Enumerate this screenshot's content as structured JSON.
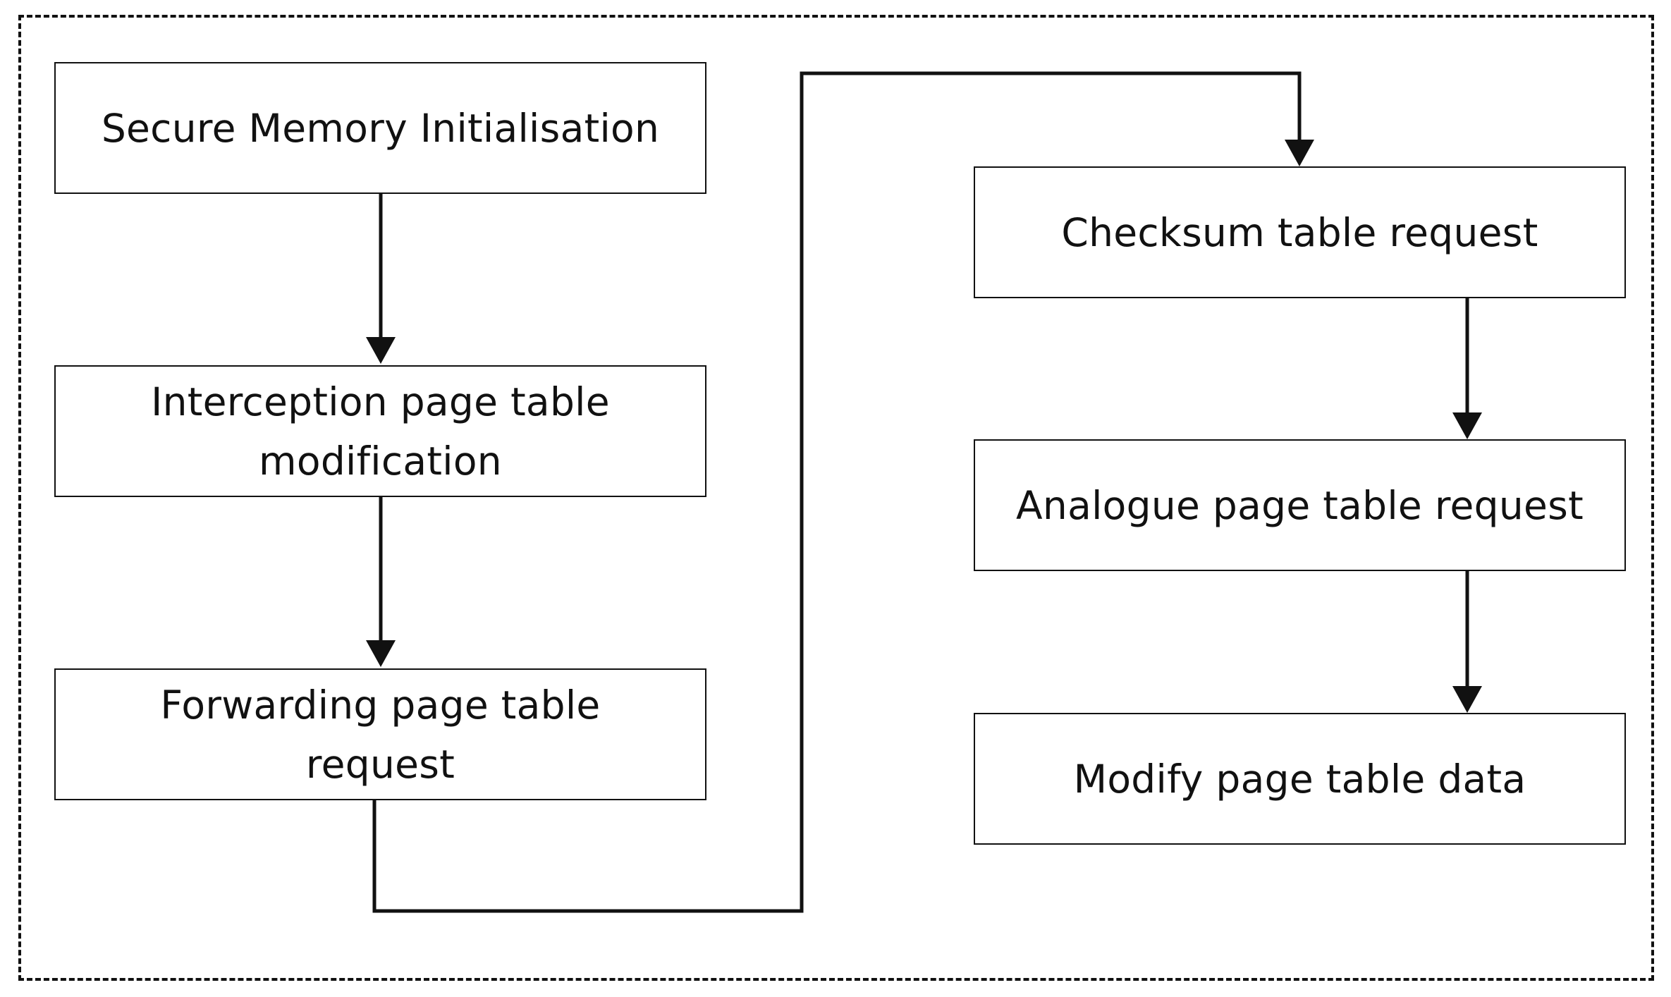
{
  "diagram": {
    "steps": [
      {
        "id": "secure-memory-initialisation",
        "label": "Secure Memory Initialisation"
      },
      {
        "id": "interception-page-table-modification",
        "label": "Interception page table\nmodification"
      },
      {
        "id": "forwarding-page-table-request",
        "label": "Forwarding page table\nrequest"
      },
      {
        "id": "checksum-table-request",
        "label": "Checksum table request"
      },
      {
        "id": "analogue-page-table-request",
        "label": "Analogue page table request"
      },
      {
        "id": "modify-page-table-data",
        "label": "Modify page table data"
      }
    ],
    "flow": [
      {
        "from": "secure-memory-initialisation",
        "to": "interception-page-table-modification"
      },
      {
        "from": "interception-page-table-modification",
        "to": "forwarding-page-table-request"
      },
      {
        "from": "forwarding-page-table-request",
        "to": "checksum-table-request"
      },
      {
        "from": "checksum-table-request",
        "to": "analogue-page-table-request"
      },
      {
        "from": "analogue-page-table-request",
        "to": "modify-page-table-data"
      }
    ],
    "colors": {
      "stroke": "#111111",
      "box_fill": "#ffffff",
      "background": "#ffffff"
    }
  }
}
